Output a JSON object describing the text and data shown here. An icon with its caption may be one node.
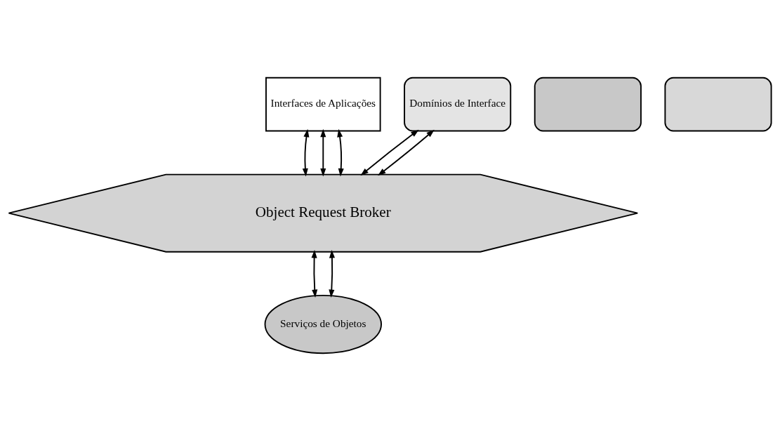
{
  "diagram": {
    "nodes": [
      {
        "text": [
          "Interfaces de Aplicações"
        ]
      },
      {
        "text": [],
        "shape": "box"
      },
      {
        "text": [],
        "shape": "box"
      },
      {
        "text": [
          "Domínios de Interface"
        ]
      },
      {
        "text": [
          "Object Request Broker"
        ]
      },
      {
        "text": [
          "Serviços de Objetos"
        ]
      }
    ],
    "edges": [
      {
        "from": 0,
        "to": 4,
        "arrow": "both"
      },
      {
        "from": 0,
        "to": 4,
        "arrow": "both"
      },
      {
        "from": 0,
        "to": 4,
        "arrow": "both"
      },
      {
        "from": 3,
        "to": 4,
        "arrow": "both"
      },
      {
        "from": 3,
        "to": 4,
        "arrow": "both"
      },
      {
        "from": 4,
        "to": 5,
        "arrow": "both"
      },
      {
        "from": 4,
        "to": 5,
        "arrow": "both"
      }
    ]
  }
}
